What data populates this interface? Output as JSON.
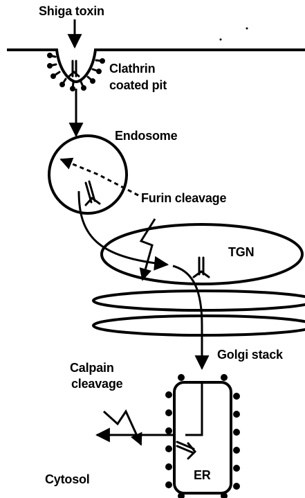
{
  "labels": {
    "shiga_toxin": "Shiga toxin",
    "clathrin_line1": "Clathrin",
    "clathrin_line2": "coated pit",
    "endosome": "Endosome",
    "furin_cleavage": "Furin cleavage",
    "tgn": "TGN",
    "golgi_stack": "Golgi stack",
    "calpain_line1": "Calpain",
    "calpain_line2": "cleavage",
    "cytosol": "Cytosol",
    "er": "ER"
  },
  "colors": {
    "ink": "#000000",
    "background": "#ffffff"
  }
}
